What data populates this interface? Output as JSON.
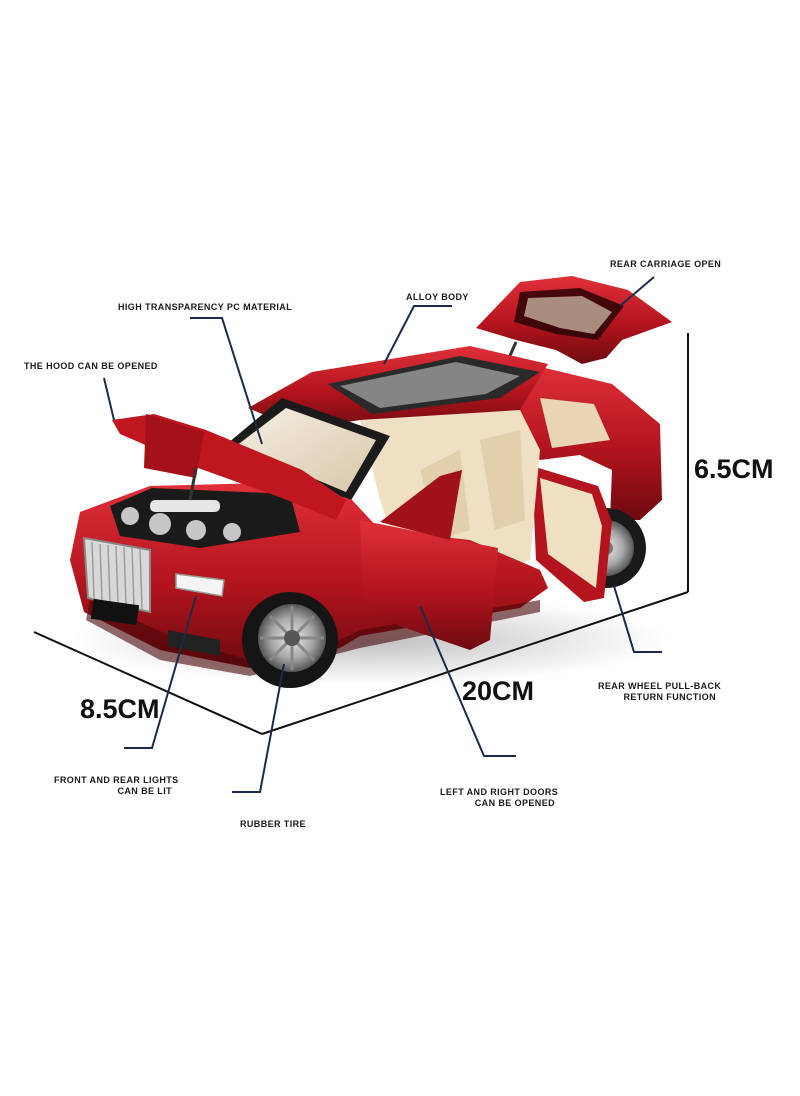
{
  "labels": {
    "rear_carriage": "REAR CARRIAGE OPEN",
    "pc_material": "HIGH TRANSPARENCY PC MATERIAL",
    "alloy_body": "ALLOY BODY",
    "hood": "THE HOOD CAN BE OPENED",
    "rear_wheel_line1": "REAR WHEEL PULL-BACK",
    "rear_wheel_line2": "RETURN FUNCTION",
    "lights_line1": "FRONT AND REAR LIGHTS",
    "lights_line2": "CAN BE LIT",
    "doors_line1": "LEFT AND RIGHT DOORS",
    "doors_line2": "CAN BE OPENED",
    "tire": "RUBBER TIRE"
  },
  "dimensions": {
    "height": "6.5CM",
    "length": "20CM",
    "width": "8.5CM"
  },
  "colors": {
    "body_red": "#b3141d",
    "body_dark": "#6e0a10",
    "interior": "#efe0c4",
    "leader_line": "#1c2b4a",
    "dimension_line": "#111111"
  }
}
